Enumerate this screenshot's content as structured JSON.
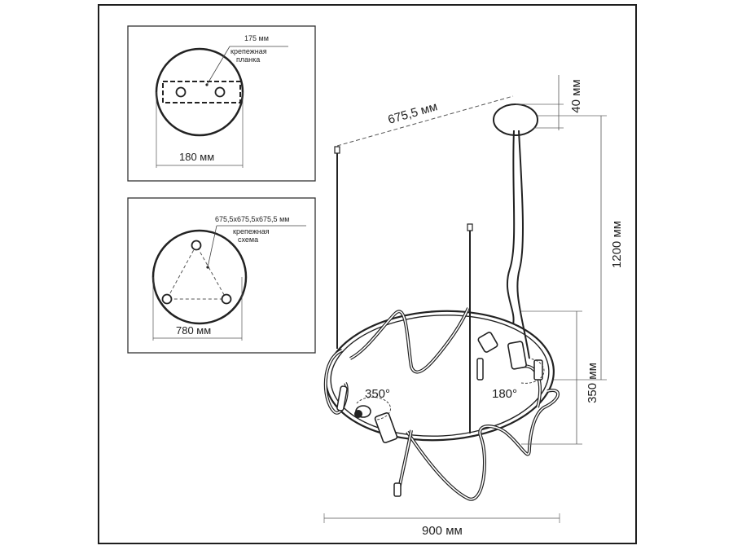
{
  "inset_mount": {
    "width_label": "175 мм",
    "part_label_1": "крепежная",
    "part_label_2": "планка",
    "diameter_label": "180 мм"
  },
  "inset_scheme": {
    "size_label": "675,5x675,5x675,5 мм",
    "part_label_1": "крепежная",
    "part_label_2": "схема",
    "diameter_label": "780 мм"
  },
  "main": {
    "span_label": "675,5 мм",
    "canopy_height_label": "40 мм",
    "drop_label": "1200 мм",
    "body_height_label": "350 мм",
    "rotation_left_label": "350°",
    "rotation_right_label": "180°",
    "width_label": "900 мм"
  },
  "colors": {
    "line": "#2a2a2a",
    "frame": "#1e1e1e",
    "accent_dash": "#555555"
  }
}
